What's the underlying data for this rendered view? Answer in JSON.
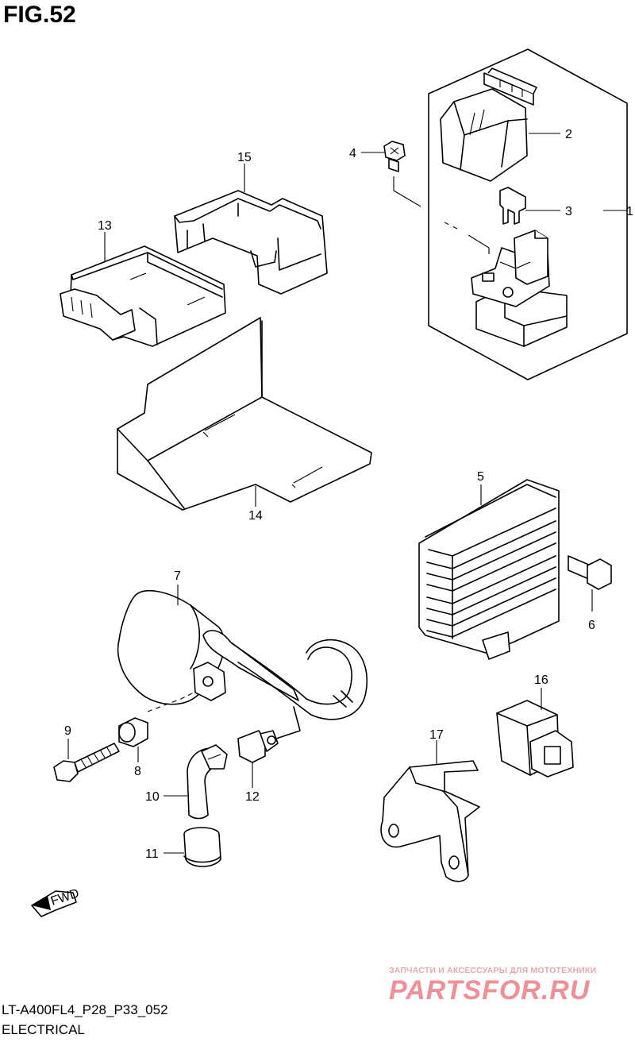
{
  "figure_title": "FIG.52",
  "model_code": "LT-A400FL4_P28_P33_052",
  "section_name": "ELECTRICAL",
  "watermark": {
    "subtitle": "ЗАПЧАСТИ И АКСЕССУАРЫ ДЛЯ МОТОТЕХНИКИ",
    "logo": "PARTSFOR.RU"
  },
  "direction_arrow_label": "FWD",
  "callouts": {
    "p1": "1",
    "p2": "2",
    "p3": "3",
    "p4": "4",
    "p5": "5",
    "p6": "6",
    "p7": "7",
    "p8": "8",
    "p9": "9",
    "p10": "10",
    "p11": "11",
    "p12": "12",
    "p13": "13",
    "p14": "14",
    "p15": "15",
    "p16": "16",
    "p17": "17"
  },
  "colors": {
    "line": "#000000",
    "background": "#ffffff",
    "watermark": "#ef8f96"
  }
}
